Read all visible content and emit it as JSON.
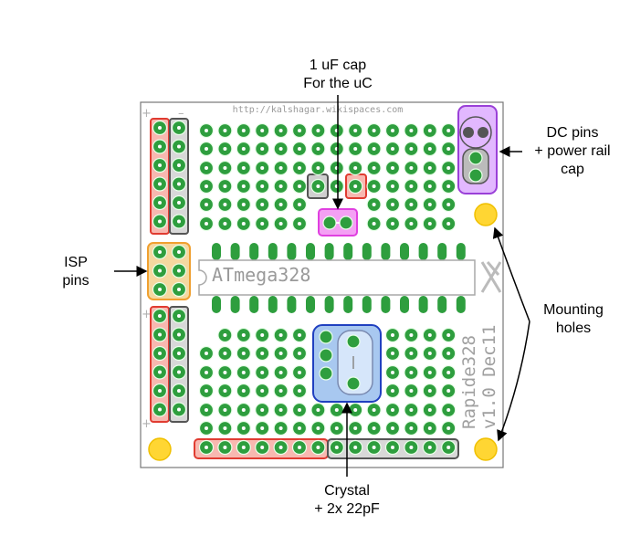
{
  "board": {
    "url_text": "http://kalshagar.wikispaces.com",
    "chip_label": "ATmega328",
    "side_text_line1": "Rapide328",
    "side_text_line2": "v1.0 Dec11",
    "plus_sign": "+",
    "minus_sign": "–"
  },
  "callouts": {
    "cap_line1": "1 uF cap",
    "cap_line2": "For the uC",
    "dc_line1": "DC pins",
    "dc_line2": "+ power rail",
    "dc_line3": "cap",
    "isp_line1": "ISP",
    "isp_line2": "pins",
    "mount_line1": "Mounting",
    "mount_line2": "holes",
    "crystal_line1": "Crystal",
    "crystal_line2": "+ 2x 22pF"
  },
  "colors": {
    "pad_green": "#2e9e3e",
    "board_white": "#ffffff",
    "rail_red": "#e03c31",
    "rail_gray": "#9e9e9e",
    "isp_orange": "#f0a030",
    "cap_magenta": "#e040e0",
    "dc_purple": "#c070ff",
    "crystal_blue": "#3050d0",
    "hole_yellow": "#ffd633"
  }
}
